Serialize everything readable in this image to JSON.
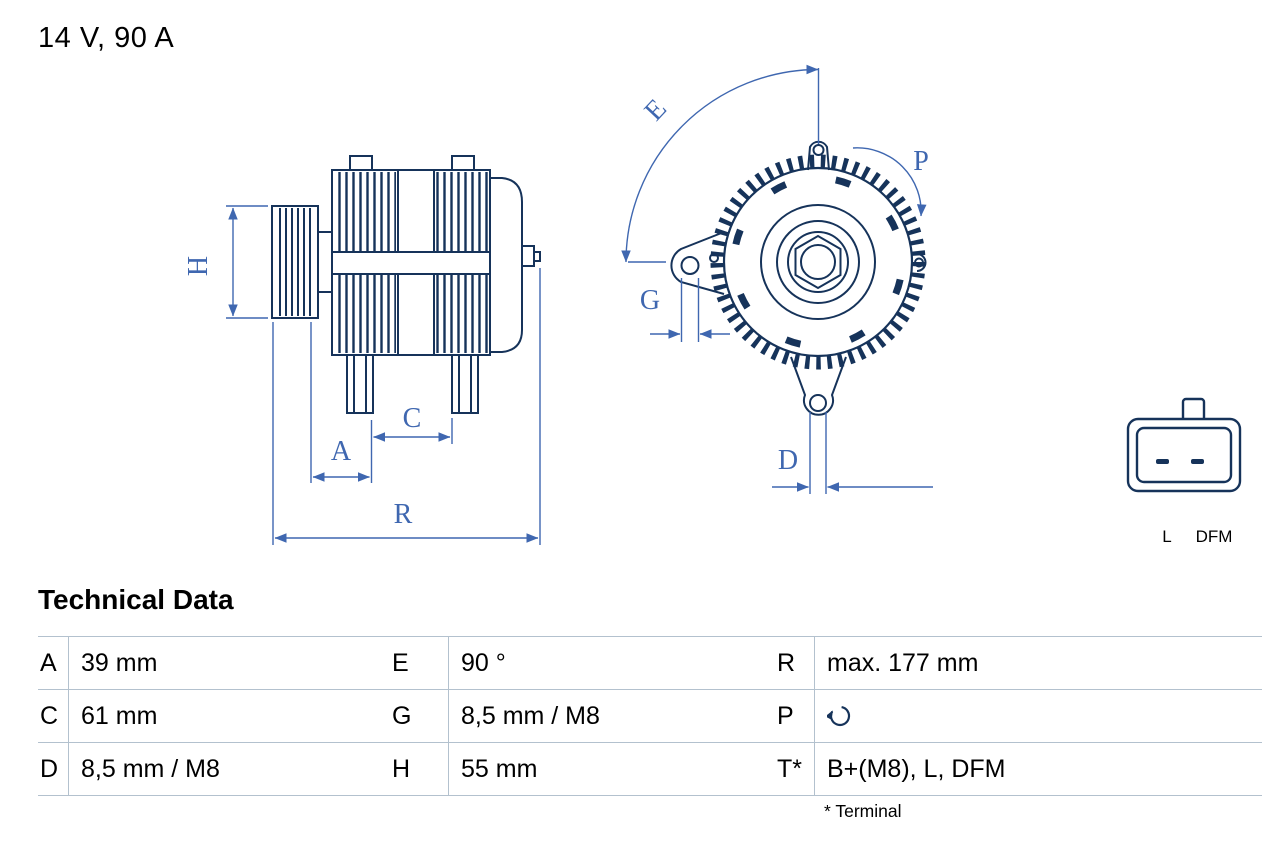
{
  "page": {
    "title": "14 V, 90 A"
  },
  "diagram": {
    "dimension_labels": {
      "H": "H",
      "A": "A",
      "C": "C",
      "R": "R",
      "E": "E",
      "G": "G",
      "D": "D",
      "P": "P"
    },
    "connector": {
      "pin1_label": "L",
      "pin2_label": "DFM"
    },
    "colors": {
      "drawing_ink": "#16335a",
      "dimension_blue": "#3f67b0"
    }
  },
  "technical_data": {
    "heading": "Technical Data",
    "rows": [
      {
        "c1": {
          "key": "A",
          "value": "39 mm"
        },
        "c2": {
          "key": "E",
          "value": "90 °"
        },
        "c3": {
          "key": "R",
          "value": "max. 177 mm"
        }
      },
      {
        "c1": {
          "key": "C",
          "value": "61 mm"
        },
        "c2": {
          "key": "G",
          "value": "8,5 mm / M8"
        },
        "c3": {
          "key": "P",
          "value_icon": "rotation-direction-icon"
        }
      },
      {
        "c1": {
          "key": "D",
          "value": "8,5 mm / M8"
        },
        "c2": {
          "key": "H",
          "value": "55 mm"
        },
        "c3": {
          "key": "T*",
          "value": "B+(M8), L, DFM"
        }
      }
    ],
    "footnote": "* Terminal"
  }
}
